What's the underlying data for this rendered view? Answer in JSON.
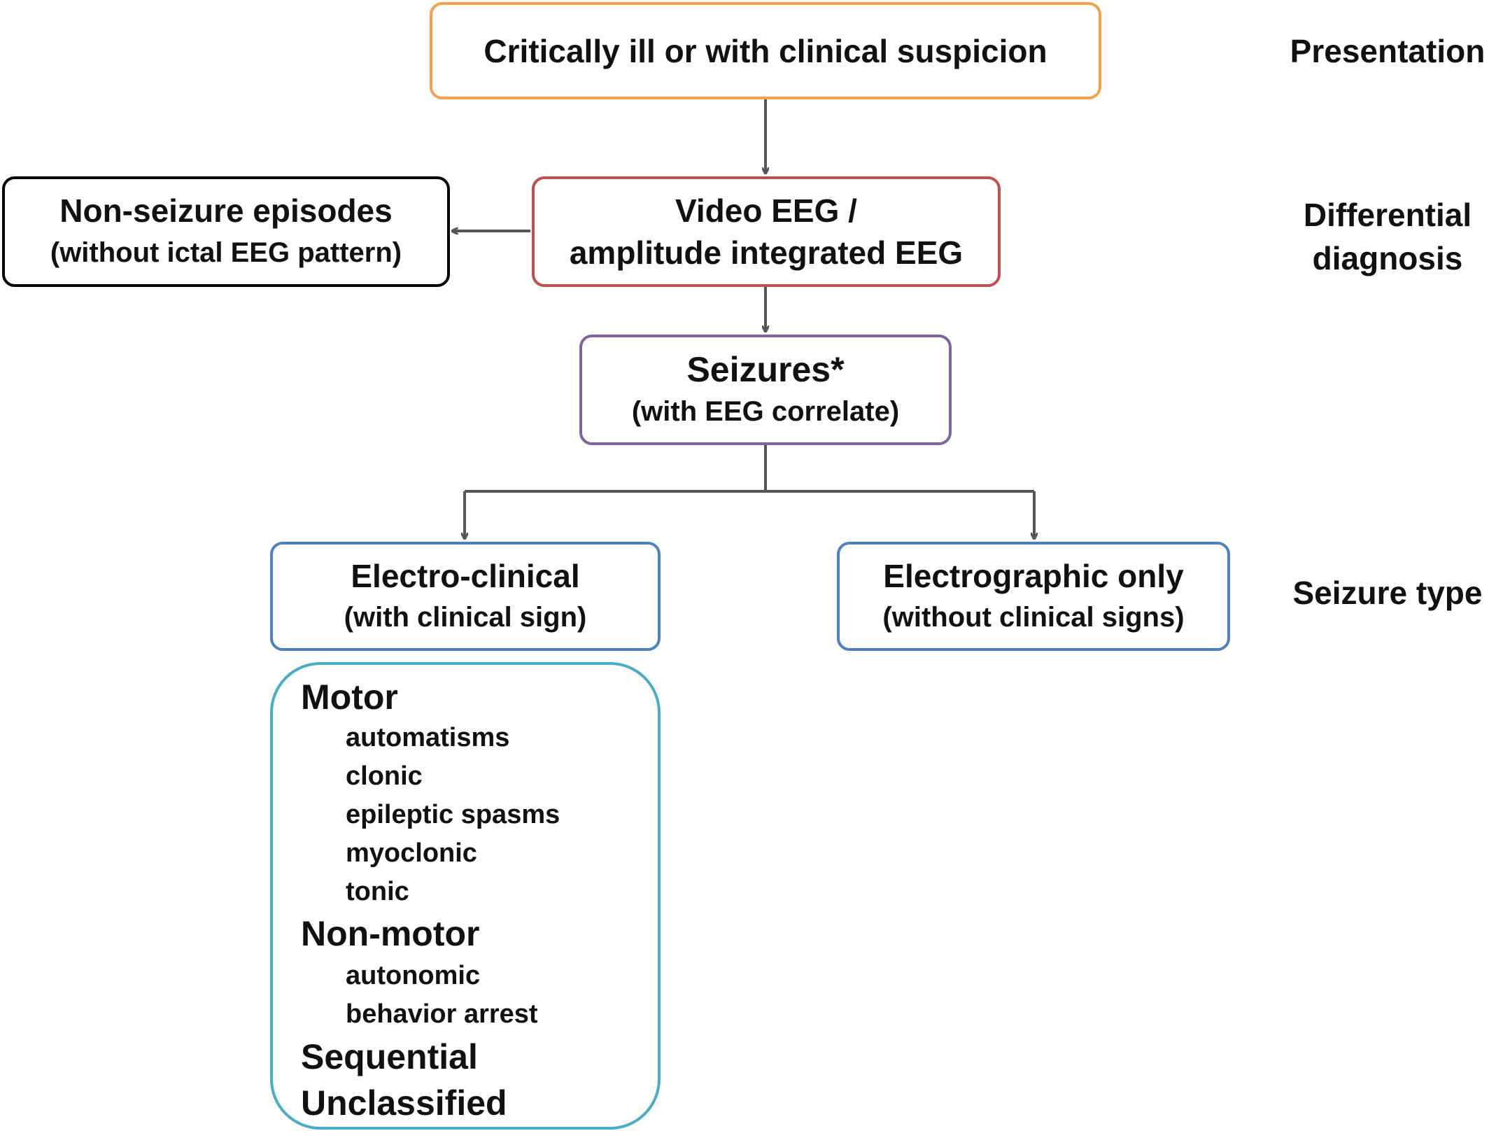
{
  "colors": {
    "presentation_border": "#f4a04d",
    "eeg_border": "#c0504d",
    "seizures_border": "#8064a2",
    "seizure_type_border": "#4f81bd",
    "motor_list_border": "#4bacc6",
    "nonseizure_border": "#000000",
    "arrow": "#555555"
  },
  "nodes": {
    "presentation": {
      "line1": "Critically ill or with clinical suspicion"
    },
    "eeg": {
      "line1": "Video EEG /",
      "line2": "amplitude integrated EEG"
    },
    "non_seizure": {
      "line1": "Non-seizure episodes",
      "line2": "(without ictal EEG pattern)"
    },
    "seizures": {
      "line1": "Seizures*",
      "line2": "(with EEG correlate)"
    },
    "electro_clinical": {
      "line1": "Electro-clinical",
      "line2": "(with clinical sign)"
    },
    "electrographic": {
      "line1": "Electrographic only",
      "line2": "(without clinical signs)"
    }
  },
  "clinical_types": {
    "motor": {
      "label": "Motor",
      "items": [
        "automatisms",
        "clonic",
        "epileptic spasms",
        "myoclonic",
        "tonic"
      ]
    },
    "non_motor": {
      "label": "Non-motor",
      "items": [
        "autonomic",
        "behavior arrest"
      ]
    },
    "sequential": {
      "label": "Sequential"
    },
    "unclassified": {
      "label": "Unclassified"
    }
  },
  "stages": {
    "presentation": "Presentation",
    "differential_line1": "Differential",
    "differential_line2": "diagnosis",
    "seizure_type": "Seizure type"
  },
  "edges": [
    {
      "from": "presentation",
      "to": "eeg"
    },
    {
      "from": "eeg",
      "to": "non_seizure"
    },
    {
      "from": "eeg",
      "to": "seizures"
    },
    {
      "from": "seizures",
      "to": "electro_clinical"
    },
    {
      "from": "seizures",
      "to": "electrographic"
    }
  ]
}
